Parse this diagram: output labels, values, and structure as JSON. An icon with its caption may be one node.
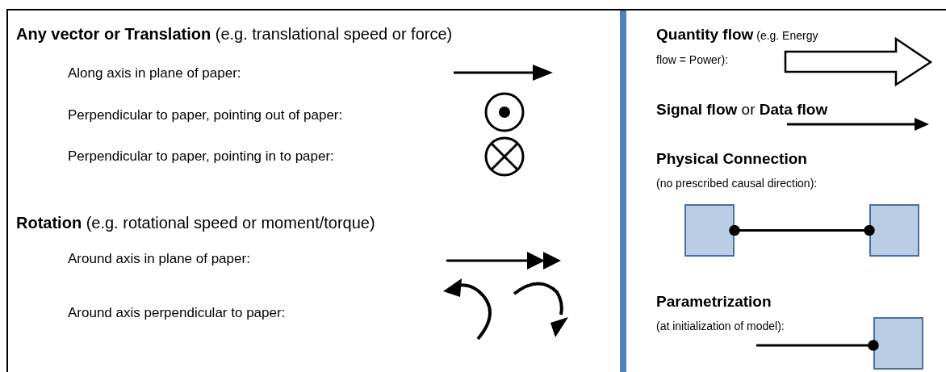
{
  "diagram": {
    "nodes": [
      {
        "text": [],
        "shape": "box"
      },
      {
        "text": [],
        "shape": "box"
      },
      {
        "text": [],
        "shape": "box"
      }
    ],
    "edges": [
      {
        "from": 0,
        "to": 1,
        "arrow": "other"
      },
      {
        "from": null,
        "to": 2,
        "arrow": "other"
      }
    ],
    "labels": [
      "**Any vector or Translation** (e.g. translational speed or force)",
      "Along axis in plane of paper:",
      "Perpendicular to paper, pointing out of paper:",
      "Perpendicular to paper, pointing in to paper:",
      "**Rotation** (e.g. rotational speed or moment/torque)",
      "Around axis in plane of paper:",
      "Around axis perpendicular to paper:",
      "**Quantity flow** (e.g. Energy flow = Power):",
      "**Signal flow** or **Data flow**",
      "Physical Connection",
      "(no prescribed causal direction):",
      "Parametrization",
      "(at initialization of model):"
    ]
  }
}
